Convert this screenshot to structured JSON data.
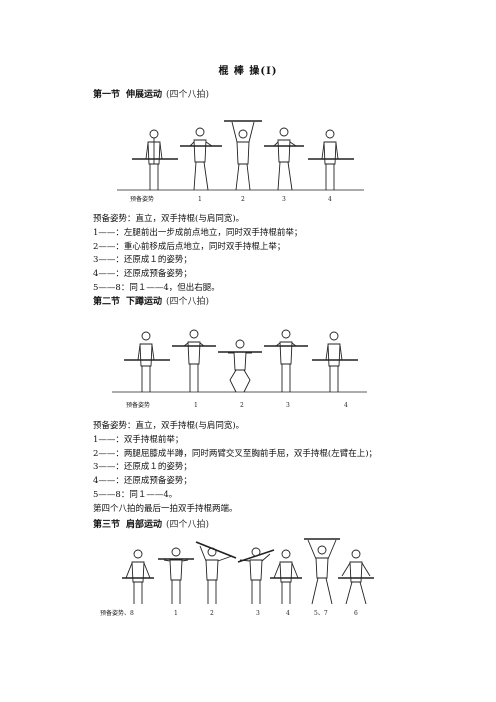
{
  "title": "棍  棒  操(Ⅰ)",
  "sections": [
    {
      "num": "第一节",
      "name": "伸展运动",
      "beats": "(四个八拍)",
      "captions": [
        "预备姿势",
        "1",
        "2",
        "3",
        "4"
      ],
      "lines": [
        "预备姿势：直立，双手持棍(与肩同宽)。",
        "1——：左腿前出一步成前点地立，同时双手持棍前举；",
        "2——：重心前移成后点地立，同时双手持棍上举；",
        "3——：还原成１的姿势；",
        "4——：还原成预备姿势；",
        "5——8：同１——4，但出右腿。"
      ]
    },
    {
      "num": "第二节",
      "name": "下蹲运动",
      "beats": "(四个八拍)",
      "captions": [
        "预备姿势",
        "1",
        "2",
        "3",
        "4"
      ],
      "lines": [
        "预备姿势：直立，双手持棍(与肩同宽)。",
        "1——：双手持棍前举；",
        "2——：两腿屈膝成半蹲，同时两臂交叉至胸前手屈，双手持棍(左臂在上)；",
        "3——：还原成１的姿势；",
        "4——：还原成预备姿势；",
        "5——8：同１——4。",
        "第四个八拍的最后一拍双手持棍两端。"
      ]
    },
    {
      "num": "第三节",
      "name": "肩部运动",
      "beats": "(四个八拍)",
      "captions": [
        "预备姿势、8",
        "1",
        "2",
        "3",
        "4",
        "5、7",
        "6"
      ]
    }
  ]
}
